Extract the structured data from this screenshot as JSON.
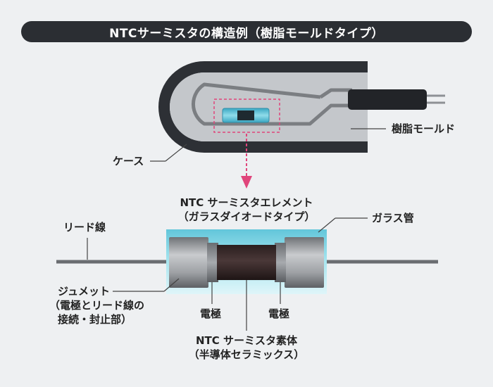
{
  "title": "NTCサーミスタの構造例（樹脂モールドタイプ）",
  "labels": {
    "resin_mold": "樹脂モールド",
    "case": "ケース",
    "element_line1": "NTC サーミスタエレメント",
    "element_line2": "（ガラスダイオードタイプ）",
    "lead_wire": "リード線",
    "glass_tube": "ガラス管",
    "dumet_line1": "ジュメット",
    "dumet_line2": "（電極とリード線の",
    "dumet_line3": "接続・封止部）",
    "electrode_left": "電極",
    "electrode_right": "電極",
    "body_line1": "NTC サーミスタ素体",
    "body_line2": "（半導体セラミックス）"
  },
  "colors": {
    "title_bg": "#2b2e33",
    "title_text": "#ffffff",
    "background": "#eef0f2",
    "mold_fill": "#c4c7cb",
    "case_fill": "#2d3035",
    "cable": "#222428",
    "glass": "#7fd6e6",
    "ceramic": "#3a2a2a",
    "electrode": "#8a8d91",
    "arrow": "#e0457b"
  }
}
